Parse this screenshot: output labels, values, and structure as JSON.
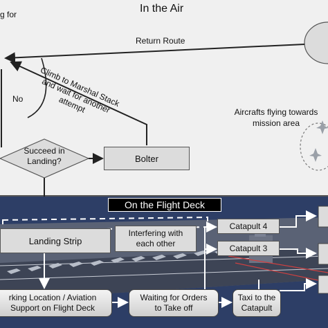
{
  "air": {
    "title": "In the Air",
    "top_left_fragment": "g for",
    "return_route": "Return Route",
    "climb_note_l1": "Climb to Marshal Stack",
    "climb_note_l2": "and wait for another",
    "climb_note_l3": "attempt",
    "no_label": "No",
    "decision_l1": "Succeed in",
    "decision_l2": "Landing?",
    "bolter": "Bolter",
    "aircraft_l1": "Aircrafts flying towards",
    "aircraft_l2": "mission area"
  },
  "deck": {
    "title": "On the Flight Deck",
    "landing_strip": "Landing Strip",
    "interfering_l1": "Interfering with",
    "interfering_l2": "each other",
    "catapult4": "Catapult 4",
    "catapult3": "Catapult 3",
    "parking_l1": "rking Location / Aviation",
    "parking_l2": "Support on Flight Deck",
    "waiting_l1": "Waiting for Orders",
    "waiting_l2": "to Take off",
    "taxi_l1": "Taxi to the",
    "taxi_l2": "Catapult"
  },
  "colors": {
    "air_bg": "#f0f0f0",
    "deck_bg": "#2d3e66",
    "box_fill": "#dcdcdc",
    "arrow": "#222222",
    "deck_arrow": "#ffffff"
  }
}
